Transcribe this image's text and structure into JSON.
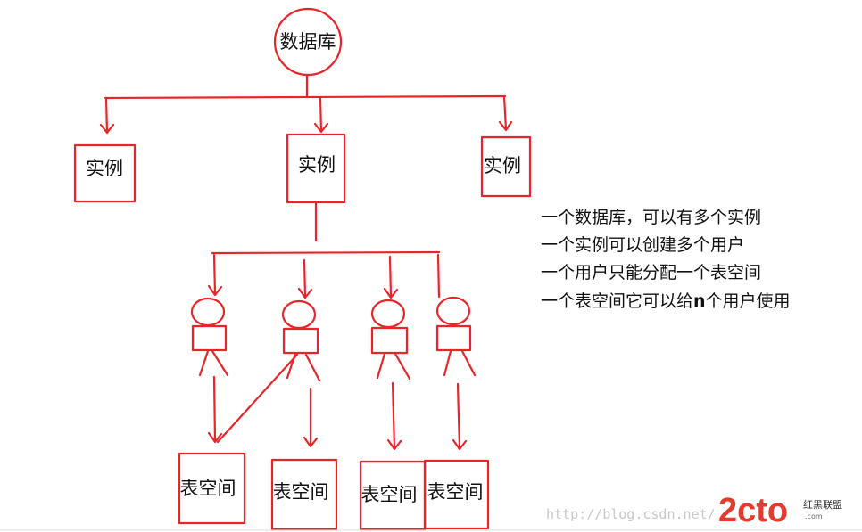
{
  "diagram": {
    "database": "数据库",
    "instances": [
      "实例",
      "实例",
      "实例"
    ],
    "tablespaces": [
      "表空间",
      "表空间",
      "表空间",
      "表空间"
    ]
  },
  "notes": {
    "line1": "一个数据库，可以有多个实例",
    "line2": "一个实例可以创建多个用户",
    "line3": "一个用户只能分配一个表空间",
    "line4_before": "一个表空间它可以给",
    "line4_n": "n",
    "line4_after": "个用户使用"
  },
  "watermark": {
    "url": "http://blog.csdn.net/",
    "logo_main": "2cto",
    "logo_domain": ".com",
    "logo_cn": "红黑联盟"
  },
  "colors": {
    "stroke": "#e8262a",
    "text": "#111111"
  }
}
